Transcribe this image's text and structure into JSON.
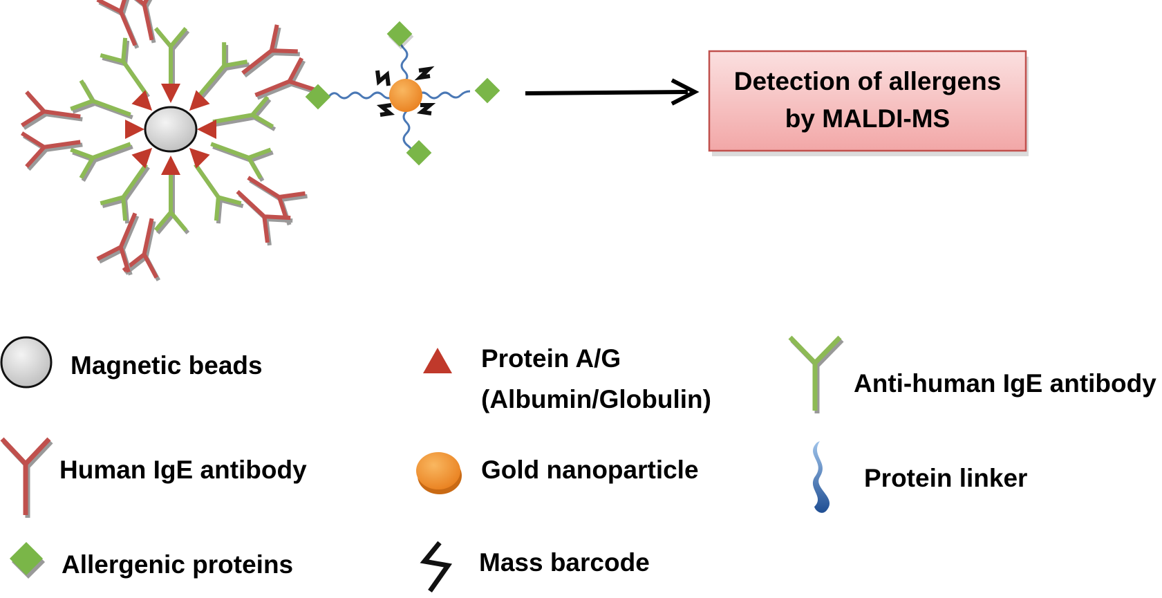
{
  "result_box": {
    "line1": "Detection of allergens",
    "line2": "by MALDI-MS"
  },
  "legend": {
    "magnetic_beads": "Magnetic beads",
    "protein_ag_line1": "Protein A/G",
    "protein_ag_line2": "(Albumin/Globulin)",
    "anti_human_ige": "Anti-human IgE antibody",
    "human_ige": "Human IgE antibody",
    "gold_nanoparticle": "Gold nanoparticle",
    "protein_linker": "Protein linker",
    "allergenic_proteins": "Allergenic proteins",
    "mass_barcode": "Mass barcode"
  },
  "colors": {
    "human_ige": "#c0504d",
    "anti_human_ige": "#8dba55",
    "protein_ag": "#c0392b",
    "allergen": "#7ab648",
    "gold": "#f39c34",
    "linker": "#4a78b5",
    "bead": "#d9d9d9",
    "box_fill": "#f6c1c1",
    "box_stroke": "#c0504d"
  }
}
